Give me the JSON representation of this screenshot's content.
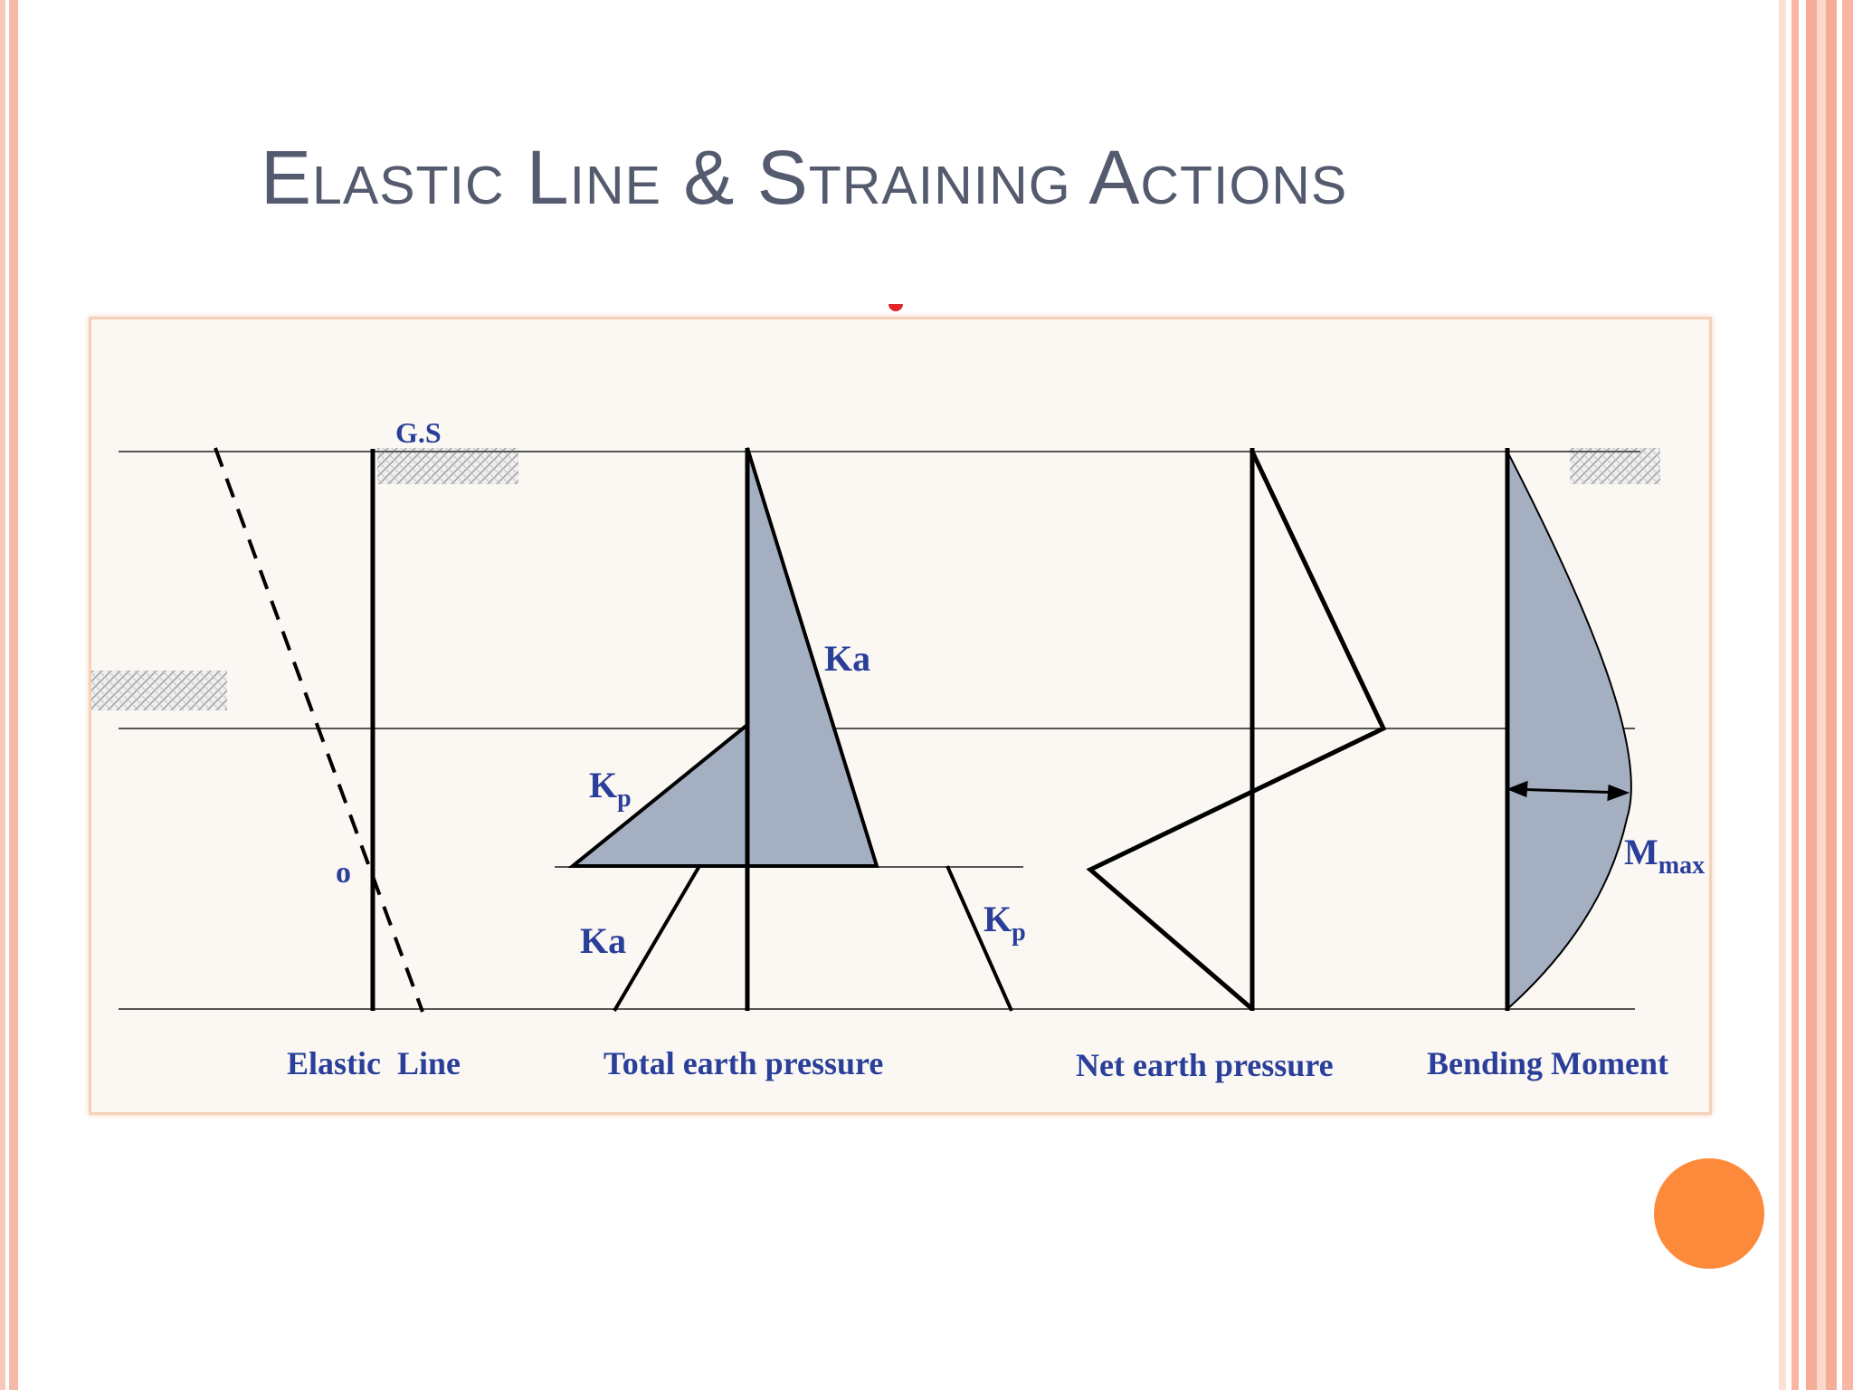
{
  "slide": {
    "title": "Elastic Line & Straining Actions"
  },
  "diagram": {
    "ground_surface_label": "G.S",
    "point_label": "o",
    "ka_label_upper": "Ka",
    "kp_label_left": "K",
    "kp_label_left_sub": "p",
    "ka_label_lower": "Ka",
    "kp_label_right": "K",
    "kp_label_right_sub": "p",
    "mmax_label": "M",
    "mmax_label_sub": "max",
    "captions": {
      "elastic_line": "Elastic  Line",
      "total_earth_pressure": "Total earth pressure",
      "net_earth_pressure": "Net earth pressure",
      "bending_moment": "Bending Moment"
    },
    "colors": {
      "fill": "#a4b0c2",
      "line": "#000000",
      "label": "#2a3f9a",
      "accent": "#fd8a3a"
    }
  }
}
